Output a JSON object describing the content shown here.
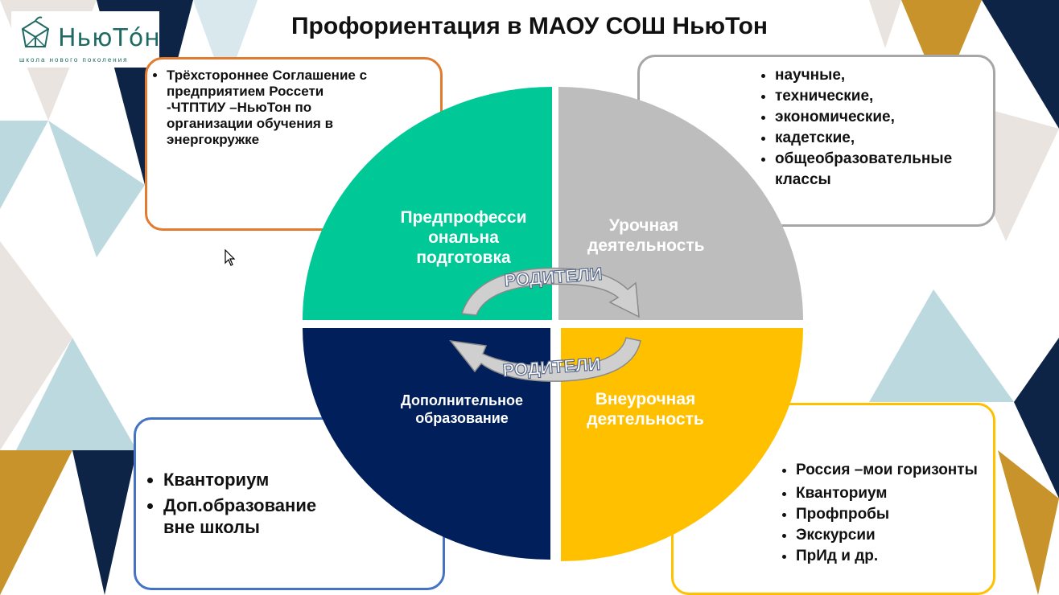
{
  "title": "Профориентация в МАОУ СОШ НьюТон",
  "logo": {
    "name": "НьюТо́н",
    "tagline": "школа нового поколения"
  },
  "quadrants": {
    "top_left": {
      "label": "Предпрофесси ональна подготовка",
      "color": "#00c896"
    },
    "top_right": {
      "label": "Урочная деятельность",
      "color": "#bdbdbd"
    },
    "bottom_left": {
      "label": "Дополнительное образование",
      "color": "#001f5b"
    },
    "bottom_right": {
      "label": "Внеурочная деятельность",
      "color": "#ffc000"
    }
  },
  "arrows": {
    "top": "РОДИТЕЛИ",
    "bottom": "РОДИТЕЛИ"
  },
  "cards": {
    "top_left": {
      "items": [
        "Трёхстороннее Соглашение с предприятием Россети -ЧТПТИУ –НьюТон по организации обучения в энергокружке"
      ]
    },
    "top_right": {
      "items": [
        "научные,",
        "технические,",
        "экономические,",
        "кадетские,",
        "общеобразовательные классы"
      ]
    },
    "bottom_left": {
      "items": [
        "Кванториум",
        "Доп.образование вне школы"
      ]
    },
    "bottom_right": {
      "items": [
        "Россия –мои горизонты",
        "Кванториум",
        "Профпробы",
        "Экскурсии",
        "ПрИд и др."
      ]
    }
  }
}
